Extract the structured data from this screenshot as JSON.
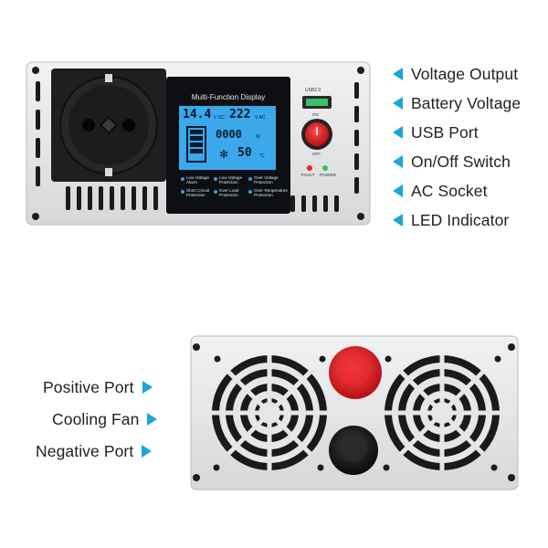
{
  "front_panel": {
    "display_title": "Multi-Function Display",
    "usb_label": "USB2.0",
    "switch_on": "ON",
    "switch_off": "OFF",
    "led_fault": "FAULT",
    "led_power": "POWER",
    "lcd": {
      "input_voltage": "14.4",
      "input_unit": "V DC",
      "output_voltage": "222",
      "output_unit": "V AC",
      "power_value": "0000",
      "power_unit": "W",
      "temperature": "50",
      "temperature_unit": "°C"
    },
    "legend": [
      {
        "label": "Low Voltage Alarm"
      },
      {
        "label": "Low Voltage Protection"
      },
      {
        "label": "Over Voltage Protection"
      },
      {
        "label": "Short Circuit Protection"
      },
      {
        "label": "Over Load Protection"
      },
      {
        "label": "Over Temperature Protection"
      }
    ]
  },
  "front_callouts": [
    {
      "label": "Voltage Output"
    },
    {
      "label": "Battery Voltage"
    },
    {
      "label": "USB Port"
    },
    {
      "label": "On/Off Switch"
    },
    {
      "label": "AC Socket"
    },
    {
      "label": "LED Indicator"
    }
  ],
  "rear_callouts": [
    {
      "label": "Positive Port"
    },
    {
      "label": "Cooling Fan"
    },
    {
      "label": "Negative Port"
    }
  ],
  "colors": {
    "accent": "#1aa7d8",
    "housing": "#e3e4e6",
    "lcd_blue": "#3aa8ea",
    "positive_red": "#d81c22",
    "negative_black": "#1a1a1a"
  }
}
